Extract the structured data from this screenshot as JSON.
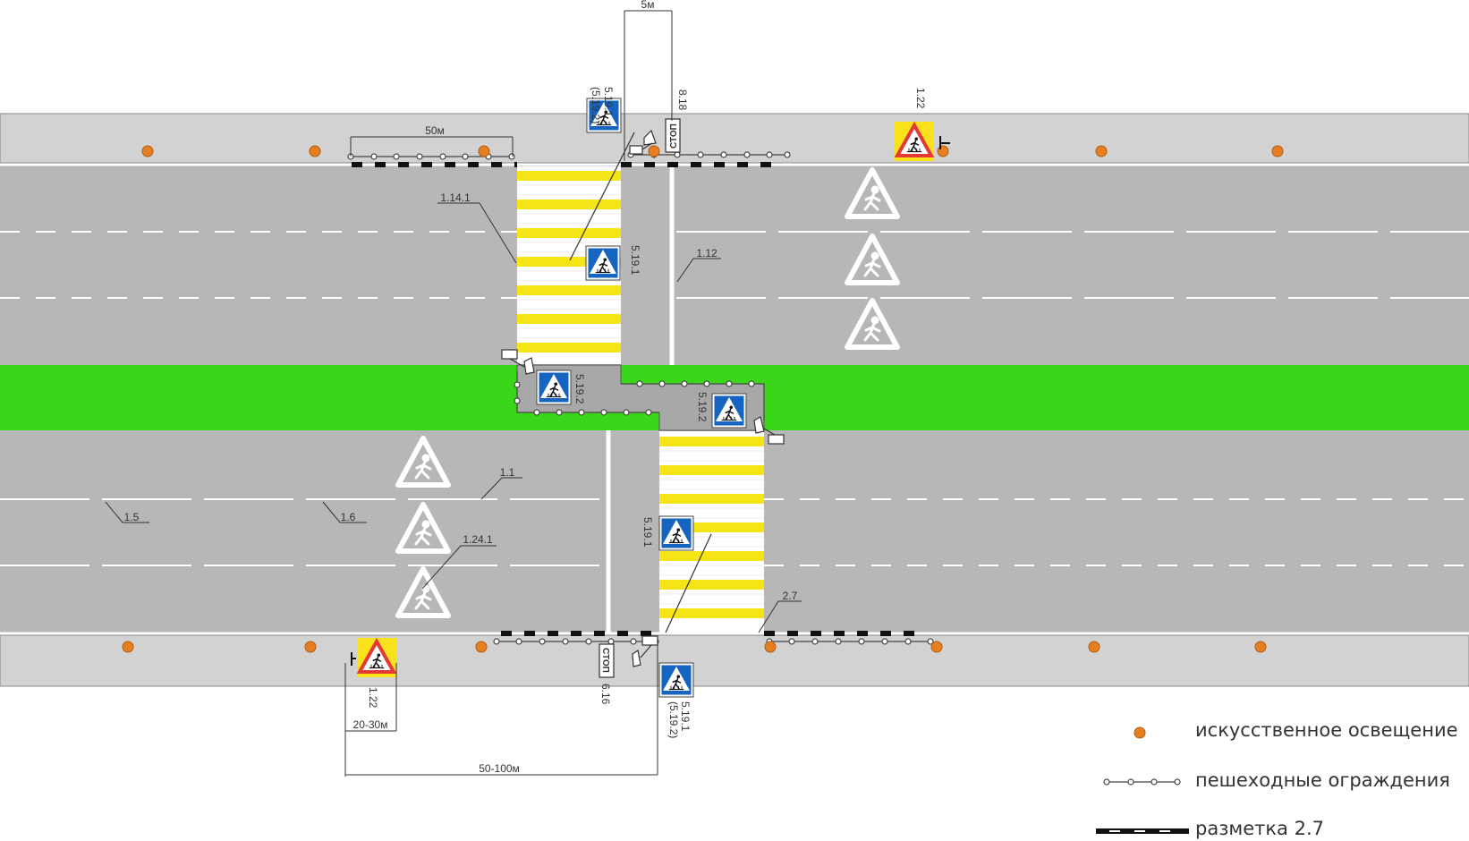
{
  "colors": {
    "road": "#b7b7b7",
    "sidewalk": "#d2d2d2",
    "median": "#3ad61a",
    "crosswalk_yellow": "#f5e516",
    "crosswalk_white": "#ffffff",
    "lamp": "#e67e22",
    "sign_blue": "#1565c0",
    "sign_red": "#e53935",
    "sign_yellow": "#f9e21b"
  },
  "dimensions": {
    "d_5m": "5м",
    "d_50m": "50м",
    "d_20_30m": "20-30м",
    "d_50_100m": "50-100м"
  },
  "markings": {
    "m_1_14_1": "1.14.1",
    "m_1_12": "1.12",
    "m_1_1": "1.1",
    "m_1_5": "1.5",
    "m_1_6": "1.6",
    "m_1_24_1": "1.24.1",
    "m_2_7": "2.7"
  },
  "signs": {
    "s_5_19_1_top": "5.19.1",
    "s_5_19_2_top_paren": "(5.19.2)",
    "s_8_18": "8.18",
    "s_1_22_top": "1.22",
    "s_5_19_1_mid": "5.19.1",
    "s_5_19_2_mid_left": "5.19.2",
    "s_5_19_2_mid_right": "5.19.2",
    "s_5_19_1_lower": "5.19.1",
    "s_1_22_bottom": "1.22",
    "s_6_16": "6.16",
    "s_5_19_1_bottom": "5.19.1",
    "s_5_19_2_bottom_paren": "(5.19.2)",
    "stop_plate": "СТОП"
  },
  "legend": {
    "lighting": "искусственное освещение",
    "fences": "пешеходные ограждения",
    "marking": "разметка 2.7"
  }
}
